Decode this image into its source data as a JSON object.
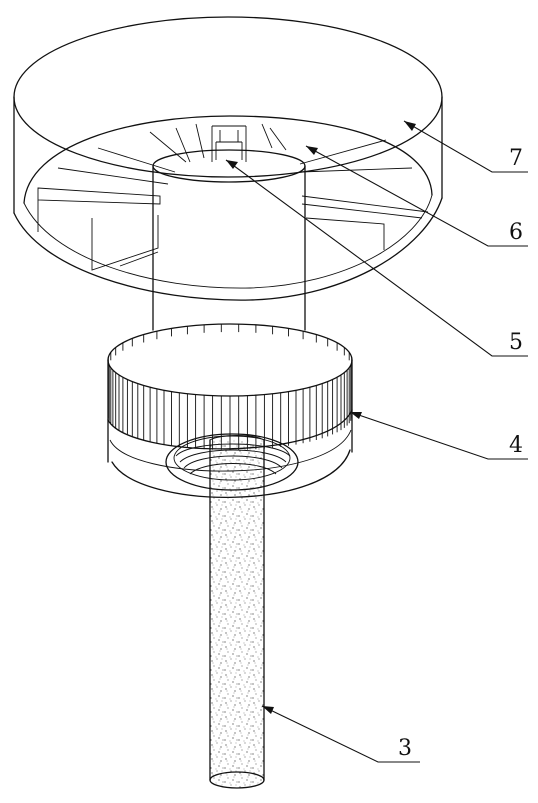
{
  "figure": {
    "labels": [
      {
        "id": "part-7",
        "text": "7"
      },
      {
        "id": "part-6",
        "text": "6"
      },
      {
        "id": "part-5",
        "text": "5"
      },
      {
        "id": "part-4",
        "text": "4"
      },
      {
        "id": "part-3",
        "text": "3"
      }
    ]
  }
}
